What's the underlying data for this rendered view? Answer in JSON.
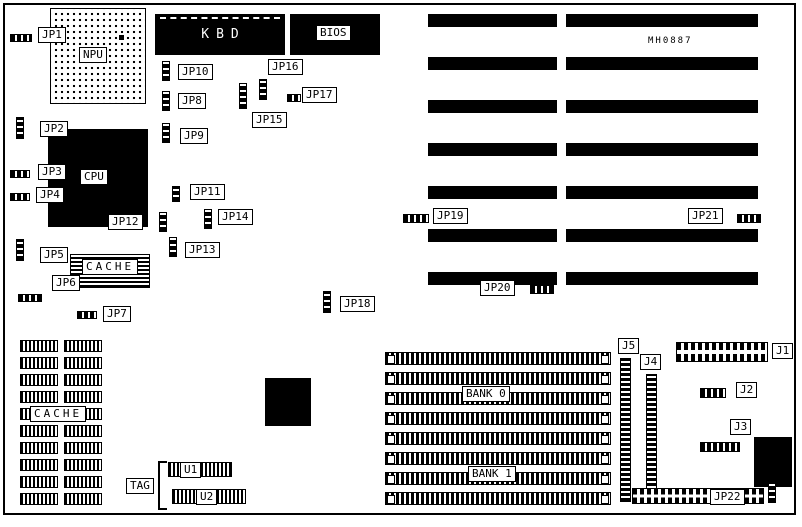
{
  "part_number": "MH0887",
  "colors": {
    "board_bg": "#ffffff",
    "ink": "#000000"
  },
  "chips": {
    "npu": "NPU",
    "cpu": "CPU",
    "kbd": "KBD",
    "bios": "BIOS",
    "cache_upper": "CACHE",
    "cache_lower": "CACHE",
    "tag": "TAG",
    "u1": "U1",
    "u2": "U2"
  },
  "memory_banks": {
    "bank0": "BANK 0",
    "bank1": "BANK 1"
  },
  "jumpers": {
    "jp1": "JP1",
    "jp2": "JP2",
    "jp3": "JP3",
    "jp4": "JP4",
    "jp5": "JP5",
    "jp6": "JP6",
    "jp7": "JP7",
    "jp8": "JP8",
    "jp9": "JP9",
    "jp10": "JP10",
    "jp11": "JP11",
    "jp12": "JP12",
    "jp13": "JP13",
    "jp14": "JP14",
    "jp15": "JP15",
    "jp16": "JP16",
    "jp17": "JP17",
    "jp18": "JP18",
    "jp19": "JP19",
    "jp20": "JP20",
    "jp21": "JP21",
    "jp22": "JP22"
  },
  "connectors": {
    "j1": "J1",
    "j2": "J2",
    "j3": "J3",
    "j4": "J4",
    "j5": "J5"
  }
}
